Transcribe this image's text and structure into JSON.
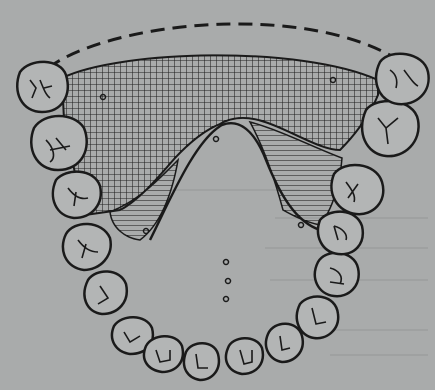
{
  "figure": {
    "kind": "dental-arch-illustration",
    "style": "black ink line drawing on grey printed page",
    "colors": {
      "paper": "#a9abab",
      "ink": "#1a1a1a",
      "tooth_fill": "#b3b5b5",
      "hatch": "#1f1f1f"
    },
    "regions": [
      {
        "name": "palatal-plate",
        "pattern": "crosshatch"
      },
      {
        "name": "left-clasp-zone",
        "pattern": "horizontal-lines"
      },
      {
        "name": "right-clasp-zone",
        "pattern": "horizontal-lines"
      },
      {
        "name": "planned-border",
        "pattern": "dashed-line"
      }
    ],
    "teeth": {
      "count": 16,
      "upper_left_molars": 2,
      "upper_right_molars": 2,
      "premolars": 4,
      "canines": 2,
      "incisors": 6
    },
    "markers": {
      "palate_dots": 5,
      "midline_dots": 3
    },
    "icons": [
      "tooth-icon",
      "hatch-pattern-icon"
    ]
  }
}
